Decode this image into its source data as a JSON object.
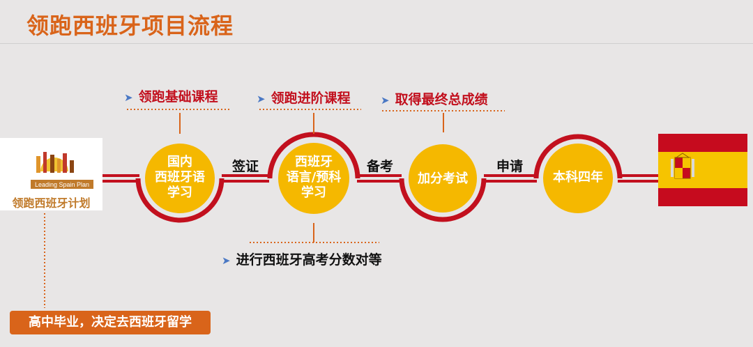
{
  "title": "领跑西班牙项目流程",
  "logo": {
    "banner_text": "Leading Spain Plan",
    "brand_text": "领跑西班牙计划"
  },
  "annotations": {
    "basic_course": "领跑基础课程",
    "advanced_course": "领跑进阶课程",
    "final_score": "取得最终总成绩",
    "exam_equiv": "进行西班牙高考分数对等"
  },
  "stages": [
    {
      "line1": "国内",
      "line2": "西班牙语",
      "line3": "学习"
    },
    {
      "line1": "西班牙",
      "line2": "语言/预科",
      "line3": "学习"
    },
    {
      "line1": "加分考试"
    },
    {
      "line1": "本科四年"
    }
  ],
  "steps": {
    "visa": "签证",
    "prepare": "备考",
    "apply": "申请"
  },
  "bottom_note": "高中毕业，决定去西班牙留学",
  "colors": {
    "accent_orange": "#d9641a",
    "line_red": "#c2101e",
    "circle_yellow": "#f5b800",
    "arrow_blue": "#4a78c4"
  },
  "icons": {
    "arrow": "blue-chevron-right",
    "flag": "spain-flag"
  }
}
